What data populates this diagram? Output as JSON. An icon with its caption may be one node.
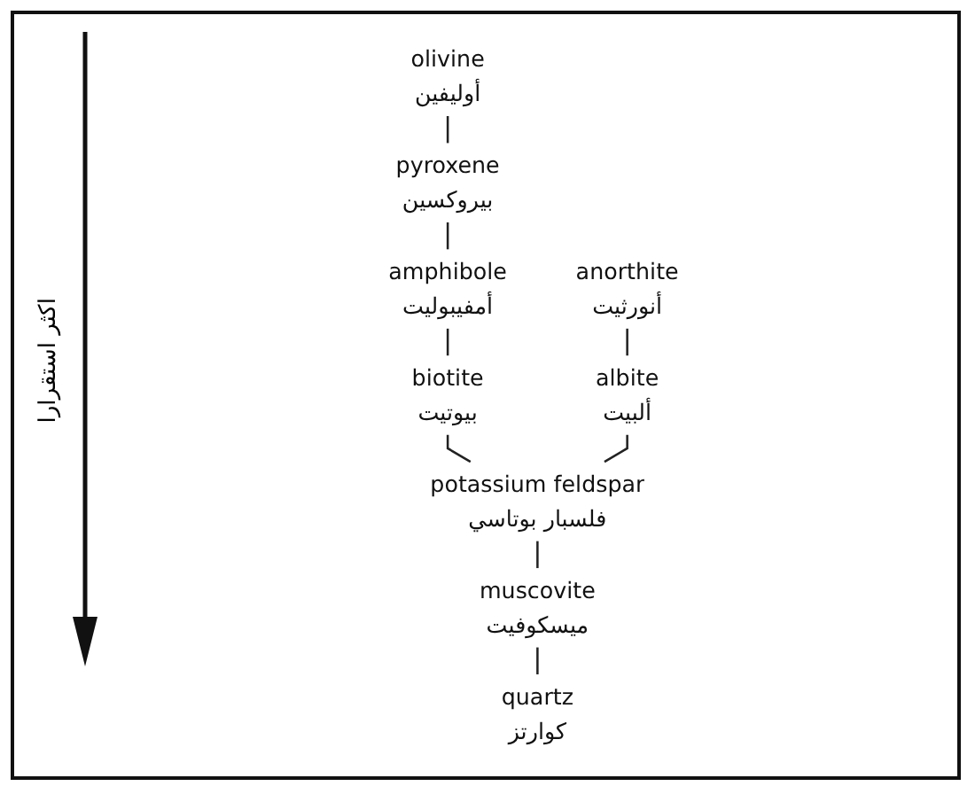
{
  "diagram": {
    "nodes": [
      {
        "text": [
          "olivine",
          "أوليفين"
        ]
      },
      {
        "text": [
          "anorthite",
          "أنورثيت"
        ]
      },
      {
        "text": [
          "pyroxene",
          "بيروكسين"
        ]
      },
      {
        "text": [
          "amphibole",
          "أمفيبوليت"
        ]
      },
      {
        "text": [
          "albite",
          "ألبيت"
        ]
      },
      {
        "text": [
          "biotite",
          "بيوتيت"
        ]
      },
      {
        "text": [
          "potassium feldspar",
          "فلسبار بوتاسي"
        ]
      },
      {
        "text": [
          "muscovite",
          "ميسكوفيت"
        ]
      },
      {
        "text": [
          "quartz",
          "كوارتز"
        ]
      }
    ],
    "edges": [
      {
        "from": 0,
        "to": 2,
        "arrow": "none"
      },
      {
        "from": 2,
        "to": 3,
        "arrow": "none"
      },
      {
        "from": 3,
        "to": 5,
        "arrow": "none"
      },
      {
        "from": 5,
        "to": 6,
        "arrow": "none"
      },
      {
        "from": 1,
        "to": 4,
        "arrow": "none"
      },
      {
        "from": 4,
        "to": 6,
        "arrow": "none"
      },
      {
        "from": 6,
        "to": 7,
        "arrow": "none"
      },
      {
        "from": 7,
        "to": 8,
        "arrow": "none"
      }
    ],
    "labels": [
      "اكثر استقرارا"
    ]
  }
}
